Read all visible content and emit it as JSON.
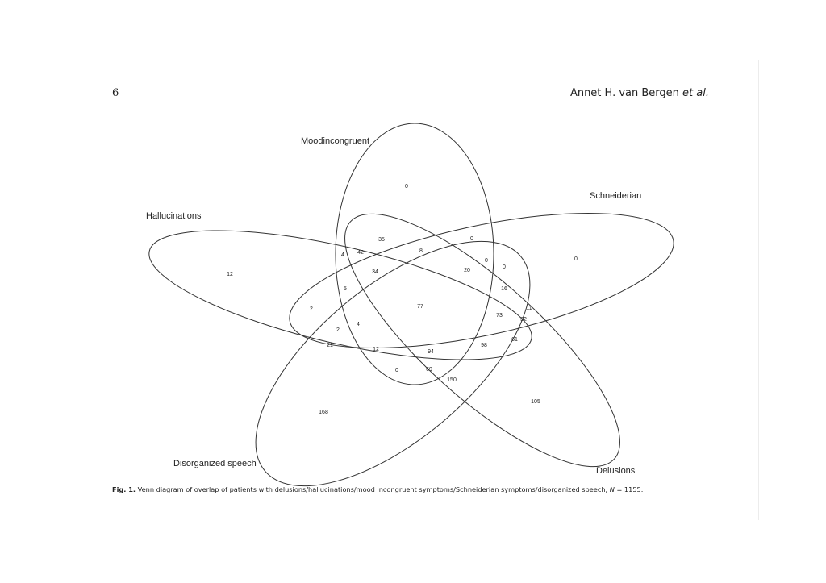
{
  "header": {
    "page_number": "6",
    "authors_main": "Annet H. van Bergen",
    "authors_suffix": "et al."
  },
  "figure": {
    "sets": [
      {
        "id": "moodincongruent",
        "label": "Moodincongruent"
      },
      {
        "id": "schneiderian",
        "label": "Schneiderian"
      },
      {
        "id": "hallucinations",
        "label": "Hallucinations"
      },
      {
        "id": "disorganized",
        "label": "Disorganized speech"
      },
      {
        "id": "delusions",
        "label": "Delusions"
      }
    ],
    "counts": [
      "0",
      "0",
      "12",
      "168",
      "105",
      "35",
      "8",
      "0",
      "0",
      "0",
      "4",
      "42",
      "34",
      "20",
      "16",
      "5",
      "77",
      "11",
      "73",
      "32",
      "2",
      "2",
      "4",
      "61",
      "21",
      "12",
      "94",
      "98",
      "0",
      "69",
      "150"
    ]
  },
  "caption": {
    "label": "Fig. 1.",
    "text_before_n": " Venn diagram of overlap of patients with delusions/hallucinations/mood incongruent symptoms/Schneiderian symptoms/disorganized speech, ",
    "n_symbol": "N",
    "n_value": " = 1155."
  },
  "colors": {
    "stroke": "#333333",
    "text": "#222222"
  }
}
